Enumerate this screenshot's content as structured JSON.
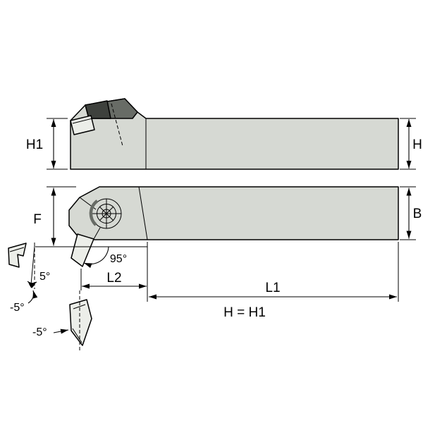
{
  "diagram": {
    "dimensions": {
      "h1": "H1",
      "h": "H",
      "f": "F",
      "b": "B",
      "l2": "L2",
      "l1": "L1"
    },
    "angles": {
      "lead_angle": "95°",
      "axial_rake": "5°",
      "radial_rake": "-5°",
      "inclination": "-5°"
    },
    "note": "H = H1",
    "colors": {
      "body": "#d6d9d3",
      "clamp": "#686c66",
      "clamp_dark": "#3e413d",
      "insert": "#eceee9",
      "line": "#000000",
      "background": "#ffffff"
    }
  }
}
